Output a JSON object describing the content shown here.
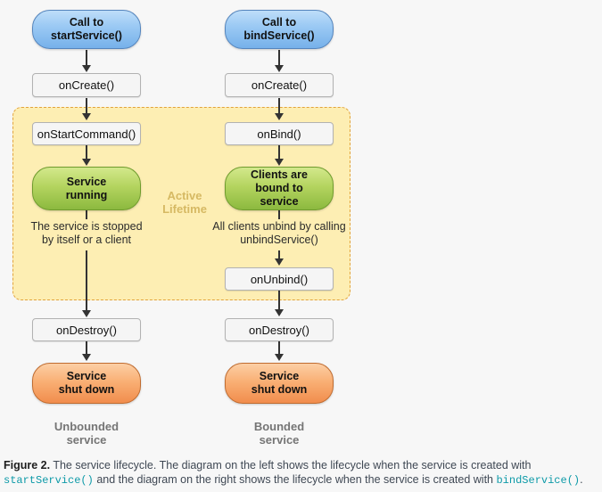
{
  "colors": {
    "page_background": "#f7f7f7",
    "call_box_gradient_top": "#bedef9",
    "call_box_gradient_bottom": "#76b1ea",
    "call_box_border": "#5585bd",
    "callback_box_bg": "#f5f5f5",
    "callback_box_border": "#b2b2b2",
    "active_region_bg": "#fdeeb3",
    "active_region_border": "#e2a33d",
    "active_label_text": "#d6b963",
    "state_green_gradient_top": "#d3e88c",
    "state_green_gradient_bottom": "#8cb93f",
    "state_green_border": "#6f9c2d",
    "state_orange_gradient_top": "#fccfa5",
    "state_orange_gradient_bottom": "#f18d4d",
    "state_orange_border": "#c06c30",
    "arrow_color": "#333333",
    "column_label_text": "#757575",
    "caption_text": "#3f4854",
    "caption_code_text": "#0d9aa8"
  },
  "diagram": {
    "active_region_label_lines": [
      "Active",
      "Lifetime"
    ],
    "left": {
      "call_lines": [
        "Call to",
        "startService()"
      ],
      "on_create": "onCreate()",
      "on_start_command": "onStartCommand()",
      "state_lines": [
        "Service",
        "running"
      ],
      "note_lines": [
        "The service is stopped",
        "by itself or a client"
      ],
      "on_destroy": "onDestroy()",
      "shutdown_lines": [
        "Service",
        "shut down"
      ],
      "column_label_lines": [
        "Unbounded",
        "service"
      ]
    },
    "right": {
      "call_lines": [
        "Call to",
        "bindService()"
      ],
      "on_create": "onCreate()",
      "on_bind": "onBind()",
      "state_lines": [
        "Clients are",
        "bound to",
        "service"
      ],
      "note_lines": [
        "All clients unbind by calling",
        "unbindService()"
      ],
      "on_unbind": "onUnbind()",
      "on_destroy": "onDestroy()",
      "shutdown_lines": [
        "Service",
        "shut down"
      ],
      "column_label_lines": [
        "Bounded",
        "service"
      ]
    }
  },
  "caption": {
    "figure_label": "Figure 2.",
    "line1_text": "The service lifecycle. The diagram on the left shows the lifecycle when the service is created with",
    "line2_code1": "startService()",
    "line2_text": "and the diagram on the right shows the lifecycle when the service is created with",
    "line2_code2": "bindService()",
    "line2_period": "."
  }
}
